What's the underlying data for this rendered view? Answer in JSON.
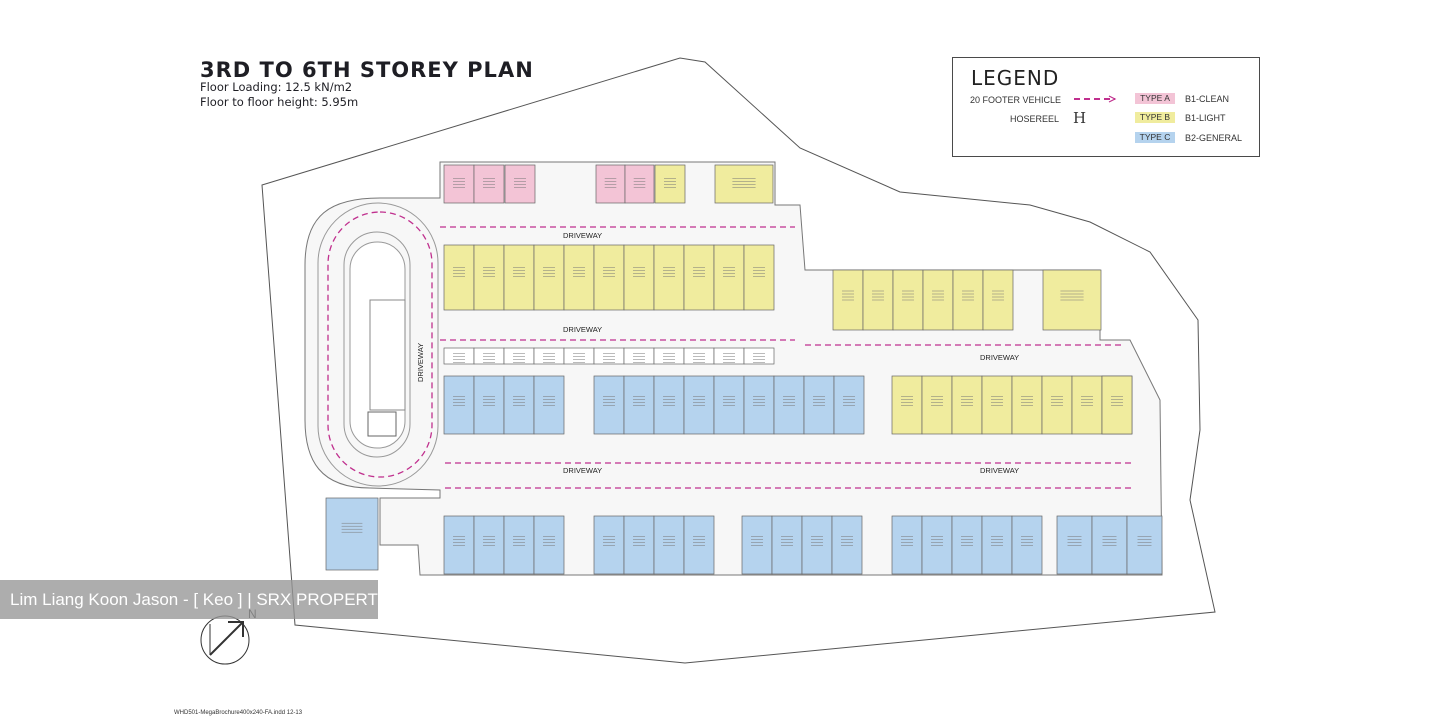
{
  "title": "3RD TO  6TH STOREY PLAN",
  "floor_loading": "Floor Loading: 12.5 kN/m2",
  "floor_height": "Floor to floor height: 5.95m",
  "legend": {
    "title": "LEGEND",
    "vehicle_label": "20 FOOTER VEHICLE",
    "hosereel_label": "HOSEREEL",
    "hosereel_symbol": "H",
    "types": [
      {
        "name": "TYPE A",
        "desc": "B1-CLEAN",
        "color": "#f3c4d6"
      },
      {
        "name": "TYPE B",
        "desc": "B1-LIGHT",
        "color": "#f0ec9e"
      },
      {
        "name": "TYPE C",
        "desc": "B2-GENERAL",
        "color": "#b5d3ee"
      }
    ]
  },
  "driveway_label": "DRIVEWAY",
  "watermark": "Lim Liang Koon Jason - [ Keo ] | SRX PROPERTY",
  "north_symbol": "N",
  "footer_ref": "WHD501-MegaBrochure400x240-FA.indd   12-13",
  "colors": {
    "type_a": "#f3c4d6",
    "type_b": "#f0ec9e",
    "type_c": "#b5d3ee",
    "vehicle_route": "#c0308e",
    "outline": "#444444"
  }
}
